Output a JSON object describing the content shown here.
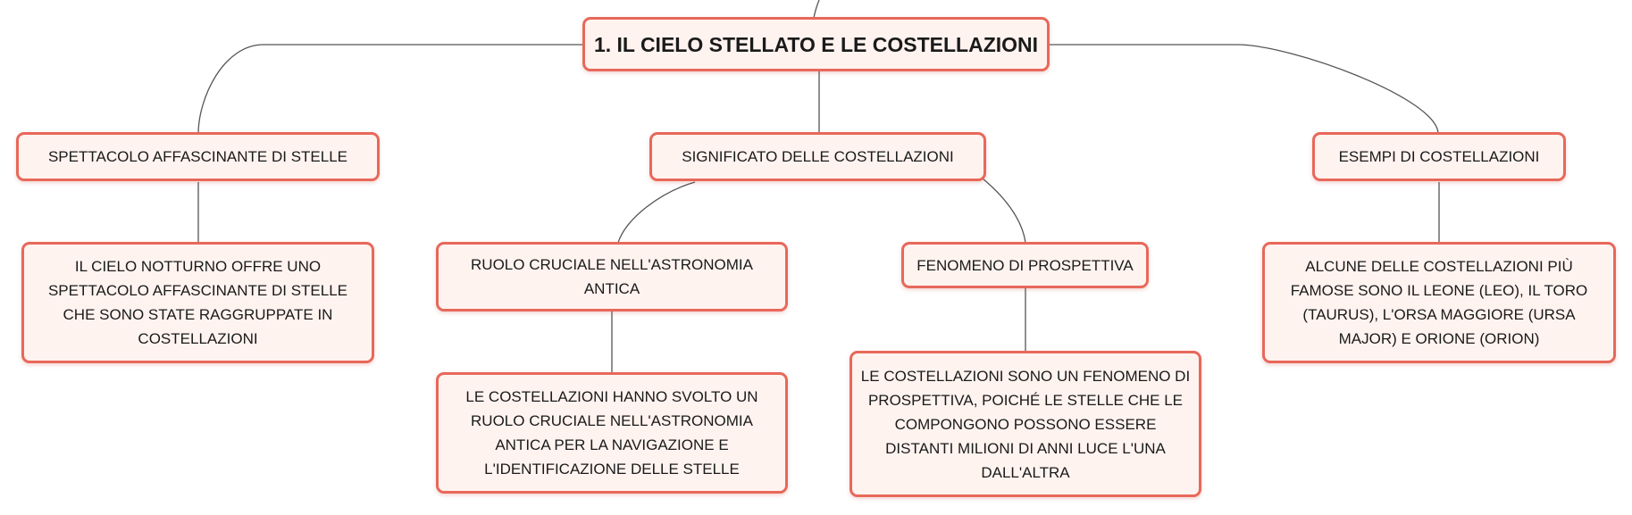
{
  "root": {
    "label": "1. IL CIELO STELLATO E LE COSTELLAZIONI"
  },
  "branches": {
    "spettacolo": {
      "label": "SPETTACOLO AFFASCINANTE DI STELLE",
      "detail": "IL CIELO NOTTURNO OFFRE UNO SPETTACOLO AFFASCINANTE DI STELLE CHE SONO STATE RAGGRUPPATE IN COSTELLAZIONI"
    },
    "significato": {
      "label": "SIGNIFICATO DELLE COSTELLAZIONI",
      "ruolo": {
        "label": "RUOLO CRUCIALE NELL'ASTRONOMIA ANTICA",
        "detail": "LE COSTELLAZIONI HANNO SVOLTO UN RUOLO CRUCIALE NELL'ASTRONOMIA ANTICA PER LA NAVIGAZIONE E L'IDENTIFICAZIONE DELLE STELLE"
      },
      "prospettiva": {
        "label": "FENOMENO DI PROSPETTIVA",
        "detail": "LE COSTELLAZIONI SONO UN FENOMENO DI PROSPETTIVA, POICHÉ LE STELLE CHE LE COMPONGONO POSSONO ESSERE DISTANTI MILIONI DI ANNI LUCE L'UNA DALL'ALTRA"
      }
    },
    "esempi": {
      "label": "ESEMPI DI COSTELLAZIONI",
      "detail": "ALCUNE DELLE COSTELLAZIONI PIÙ FAMOSE SONO IL LEONE (LEO), IL TORO (TAURUS), L'ORSA MAGGIORE (URSA MAJOR) E ORIONE (ORION)"
    }
  },
  "colors": {
    "node_border": "#e8685a",
    "node_fill": "#fff3ef",
    "connector": "#555555"
  }
}
